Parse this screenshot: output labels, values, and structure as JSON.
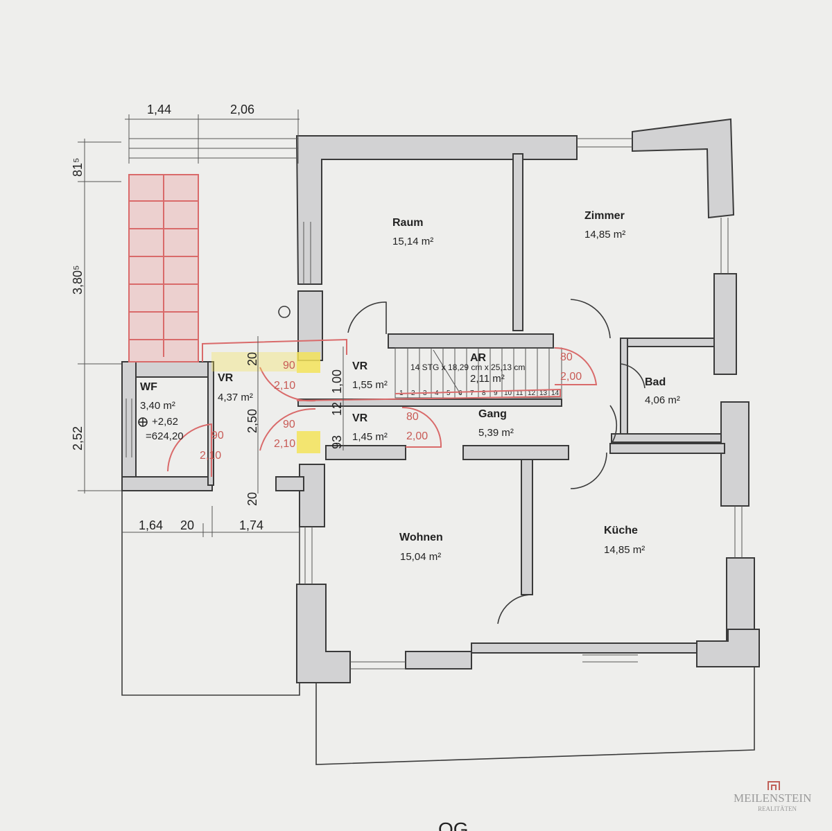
{
  "plan": {
    "floor_label": "OG",
    "rooms": {
      "raum": {
        "name": "Raum",
        "area": "15,14 m²"
      },
      "zimmer": {
        "name": "Zimmer",
        "area": "14,85 m²"
      },
      "wohnen": {
        "name": "Wohnen",
        "area": "15,04 m²"
      },
      "kueche": {
        "name": "Küche",
        "area": "14,85 m²"
      },
      "bad": {
        "name": "Bad",
        "area": "4,06 m²"
      },
      "gang": {
        "name": "Gang",
        "area": "5,39 m²"
      },
      "ar": {
        "name": "AR",
        "area": "2,11 m²"
      },
      "vr_top": {
        "name": "VR",
        "area": "1,55 m²"
      },
      "vr_mid": {
        "name": "VR",
        "area": "1,45 m²"
      },
      "vr_left": {
        "name": "VR",
        "area": "4,37 m²"
      },
      "wf": {
        "name": "WF",
        "area": "3,40 m²",
        "level": "+2,62",
        "elevation": "=624,20"
      }
    },
    "stair_note": "14 STG x 18,29 cm x 25,13 cm",
    "stair_steps": [
      "1",
      "2",
      "3",
      "4",
      "5",
      "6",
      "7",
      "8",
      "9",
      "10",
      "11",
      "12",
      "13",
      "14"
    ],
    "dimensions": {
      "top_a": "1,44",
      "top_b": "2,06",
      "left_a": "81⁵",
      "left_b": "3,80⁵",
      "left_c": "2,52",
      "inner_20_top": "20",
      "inner_250": "2,50",
      "inner_20_bottom": "20",
      "inner_100": "1,00",
      "inner_12": "12",
      "inner_93": "93",
      "bottom_a": "1,64",
      "bottom_b": "20",
      "bottom_c": "1,74"
    },
    "door_marks": {
      "d1_w": "90",
      "d1_h": "2,10",
      "d2_w": "90",
      "d2_h": "2,10",
      "d3_w": "90",
      "d3_h": "2,10",
      "d4_w": "80",
      "d4_h": "2,00",
      "d5_w": "80",
      "d5_h": "2,00"
    },
    "logo": {
      "name": "MEILENSTEIN",
      "tagline": "REALITÄTEN"
    }
  }
}
